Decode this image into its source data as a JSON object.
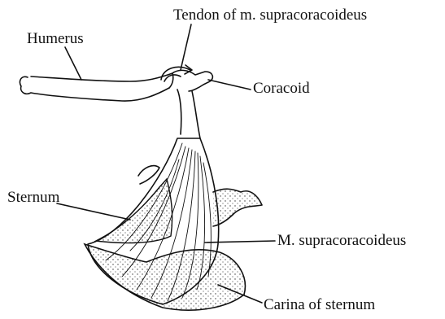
{
  "labels": {
    "tendon": "Tendon of m. supracoracoideus",
    "humerus": "Humerus",
    "coracoid": "Coracoid",
    "sternum": "Sternum",
    "m_supracoracoideus": "M. supracoracoideus",
    "carina": "Carina of sternum"
  },
  "colors": {
    "ink": "#111111",
    "background": "#ffffff"
  }
}
